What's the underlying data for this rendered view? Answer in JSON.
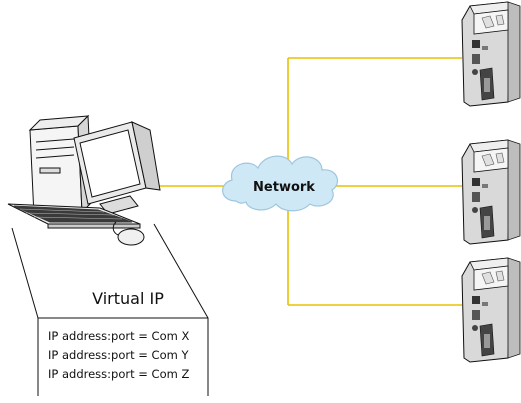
{
  "network": {
    "label": "Network"
  },
  "virtual_ip": {
    "label": "Virtual IP",
    "mappings": [
      "IP address:port = Com X",
      "IP address:port = Com Y",
      "IP address:port = Com Z"
    ]
  },
  "colors": {
    "network_line": "#e8c200",
    "cloud_fill": "#cfe8f6",
    "cloud_stroke": "#9ec6de",
    "device_body": "#d9d9d9",
    "outline": "#111111"
  }
}
